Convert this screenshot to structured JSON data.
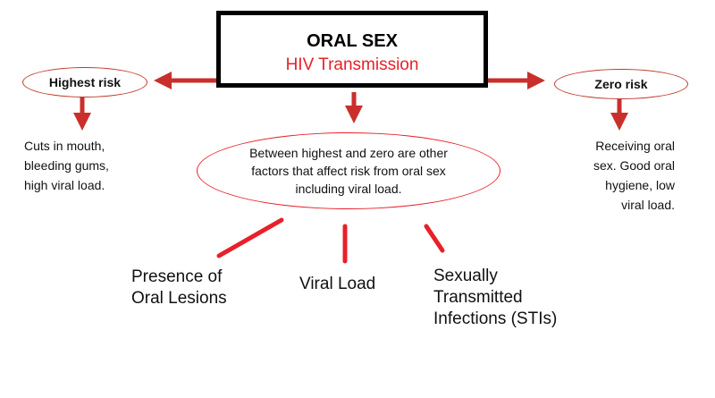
{
  "main": {
    "title": "ORAL SEX",
    "subtitle": "HIV Transmission"
  },
  "highest": {
    "label": "Highest risk",
    "description": [
      "Cuts in mouth,",
      "bleeding gums,",
      "high viral load."
    ]
  },
  "zero": {
    "label": "Zero risk",
    "description": [
      "Receiving oral",
      "sex. Good oral",
      "hygiene, low",
      "viral load."
    ]
  },
  "middle": {
    "text": [
      "Between highest and zero are other",
      "factors that affect risk from oral sex",
      "including viral load."
    ]
  },
  "factors": {
    "lesions": [
      "Presence of",
      "Oral Lesions"
    ],
    "viral": "Viral Load",
    "stis": [
      "Sexually",
      "Transmitted",
      "Infections (STIs)"
    ]
  },
  "colors": {
    "accent": "#c9302c",
    "line": "#e8202a",
    "border": "#000000"
  }
}
